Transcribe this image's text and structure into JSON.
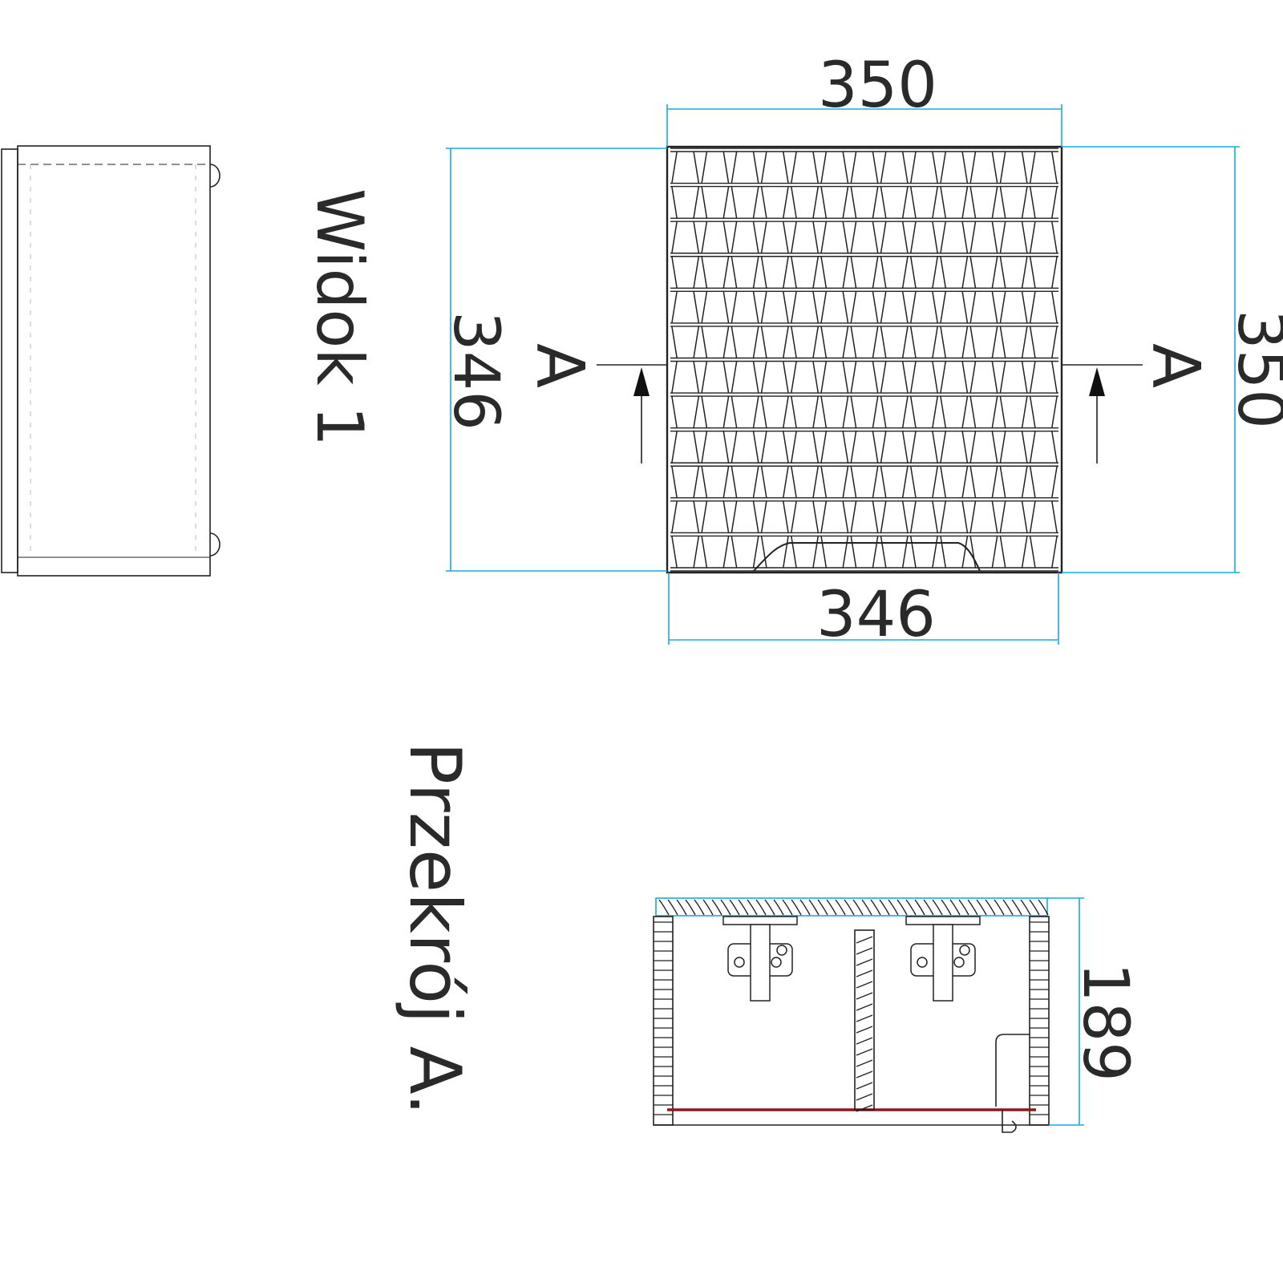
{
  "views": {
    "side_view_title": "Widok 1",
    "section_title": "Przekrój A."
  },
  "dimensions": {
    "top_width": "350",
    "bottom_width": "346",
    "left_height": "346",
    "right_height": "350",
    "section_height": "189"
  },
  "section_marker": {
    "left_label": "A",
    "right_label": "A"
  },
  "colors": {
    "dimension_line": "#1aa9df",
    "outline": "#222222",
    "section_bottom": "#8b1a1a"
  }
}
